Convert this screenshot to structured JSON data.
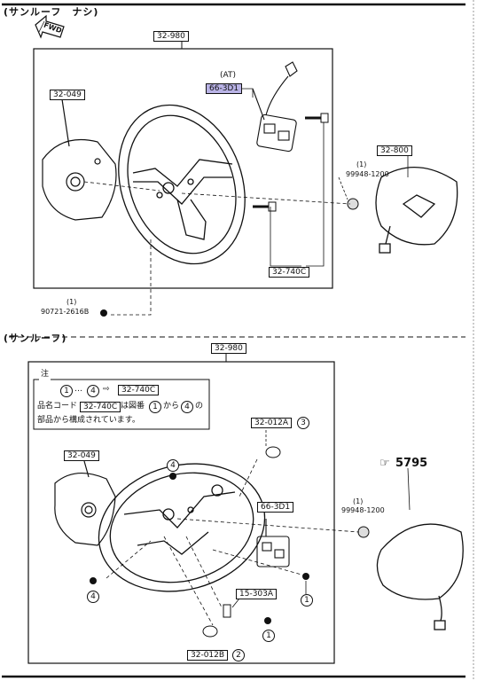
{
  "section_top": {
    "title": "(サンルーフ　ナシ)",
    "fwd": "FWD",
    "labels": {
      "frame": "32-980",
      "at": "(AT)",
      "switch": "66-3D1",
      "pad_left": "32-049",
      "airbag": "32-800",
      "nut_qty": "(1)",
      "nut": "99948-1200",
      "screws": "32-740C",
      "bolt_qty": "(1)",
      "bolt": "90721-2616B"
    }
  },
  "section_bottom": {
    "title": "(サンルーフ)",
    "labels": {
      "frame": "32-980",
      "cap_a": "32-012A",
      "cap_a_num": "3",
      "pad_left": "32-049",
      "switch": "66-3D1",
      "clip": "15-303A",
      "cap_b": "32-012B",
      "cap_b_num": "2",
      "ref_arrow": "☞",
      "ref": "5795",
      "nut_qty": "(1)",
      "nut": "99948-1200",
      "num_4": "4",
      "num_1": "1"
    },
    "note": {
      "title": "注",
      "range_start": "1",
      "range_dots": "…",
      "range_end": "4",
      "arrow": "⇨",
      "part": "32-740C",
      "line2_pre": "品名コード",
      "line2_part": "32-740C",
      "line2_mid": "は図番",
      "line2_n1": "1",
      "line2_kara": "から",
      "line2_n4": "4",
      "line2_no": "の",
      "line3": "部品から構成されています。"
    }
  }
}
